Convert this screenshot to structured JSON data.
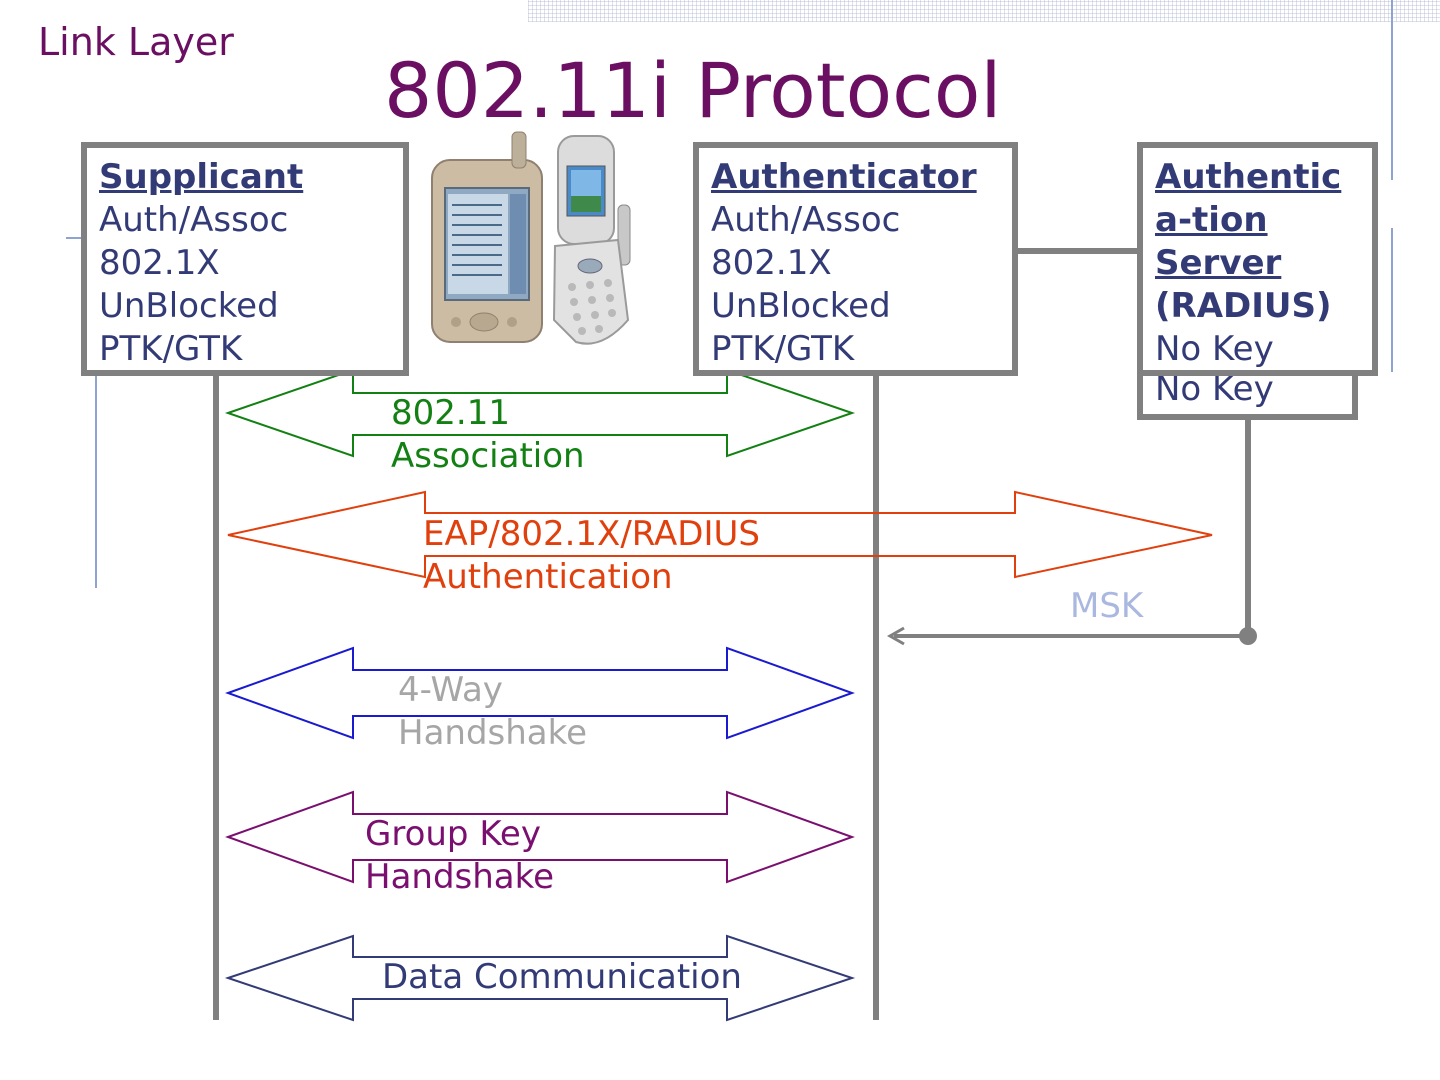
{
  "section_label": "Link Layer",
  "title": "802.11i Protocol",
  "supplicant": {
    "heading": "Supplicant",
    "lines": [
      "Auth/Assoc",
      "802.1X",
      "UnBlocked",
      "PTK/GTK"
    ]
  },
  "authenticator": {
    "heading": "Authenticator",
    "lines": [
      "Auth/Assoc",
      "802.1X",
      "UnBlocked",
      "PTK/GTK"
    ]
  },
  "auth_server": {
    "heading_lines": [
      "Authentic",
      "a-tion",
      "Server"
    ],
    "sub_heading": "(RADIUS)",
    "line": "No Key",
    "back_line": "No Key"
  },
  "messages": {
    "association": [
      "802.11",
      "Association"
    ],
    "eap": [
      "EAP/802.1X/RADIUS",
      "Authentication"
    ],
    "msk": "MSK",
    "four_way": [
      "4-Way",
      "Handshake"
    ],
    "group_key": [
      "Group Key",
      "Handshake"
    ],
    "data": "Data Communication"
  },
  "colors": {
    "title": "#6b0f62",
    "text": "#333b77",
    "association": "#138013",
    "eap": "#e0400d",
    "four_way_arrow": "#1a1ad0",
    "four_way_text": "#a6a6a6",
    "group_key": "#7a0f70",
    "data": "#333b77",
    "msk": "#aab8e0",
    "lifeline": "#808080"
  },
  "icons": [
    "pda-phone-icon",
    "flip-phone-icon"
  ]
}
